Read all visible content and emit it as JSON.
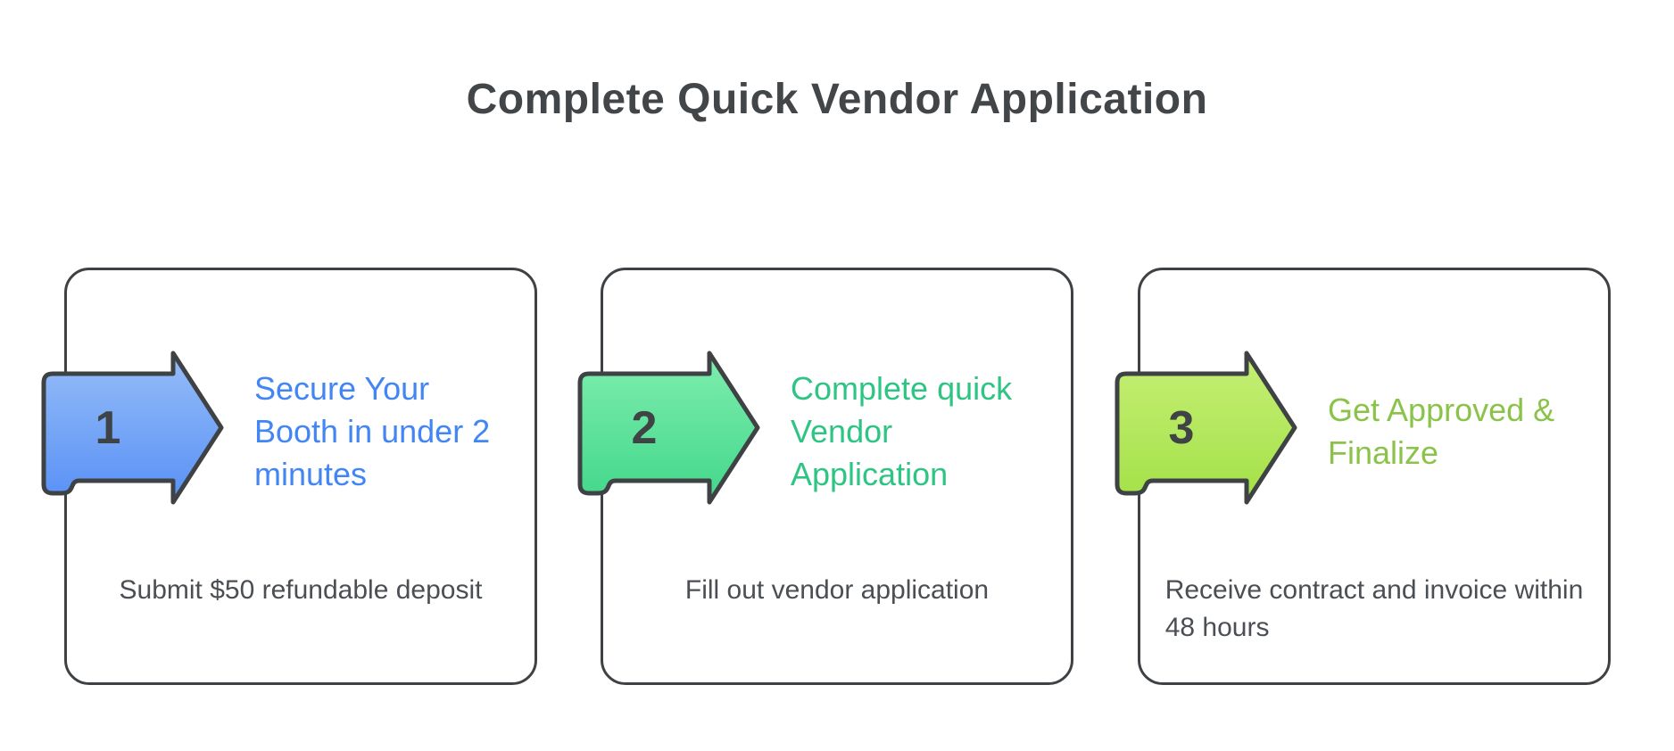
{
  "title": "Complete Quick Vendor Application",
  "colors": {
    "outline": "#3f4245",
    "title_text": "#424649",
    "description_text": "#4b4f54",
    "number_text": "#3f4346"
  },
  "steps": [
    {
      "number": "1",
      "heading_lines": [
        "Secure Your",
        "Booth in under 2",
        "minutes"
      ],
      "heading_color": "#4285f4",
      "description_lines": [
        "Submit $50 refundable deposit"
      ],
      "arrow_gradient_top": "#96bdf8",
      "arrow_gradient_bottom": "#5890f5"
    },
    {
      "number": "2",
      "heading_lines": [
        "Complete quick",
        "Vendor",
        "Application"
      ],
      "heading_color": "#2ec483",
      "description_lines": [
        "Fill out vendor application"
      ],
      "arrow_gradient_top": "#7feeae",
      "arrow_gradient_bottom": "#42d78a"
    },
    {
      "number": "3",
      "heading_lines": [
        "Get Approved &",
        "Finalize"
      ],
      "heading_color": "#8bc34a",
      "description_lines": [
        "Receive contract and invoice within",
        "48 hours"
      ],
      "arrow_gradient_top": "#c6ef75",
      "arrow_gradient_bottom": "#a3e148"
    }
  ]
}
